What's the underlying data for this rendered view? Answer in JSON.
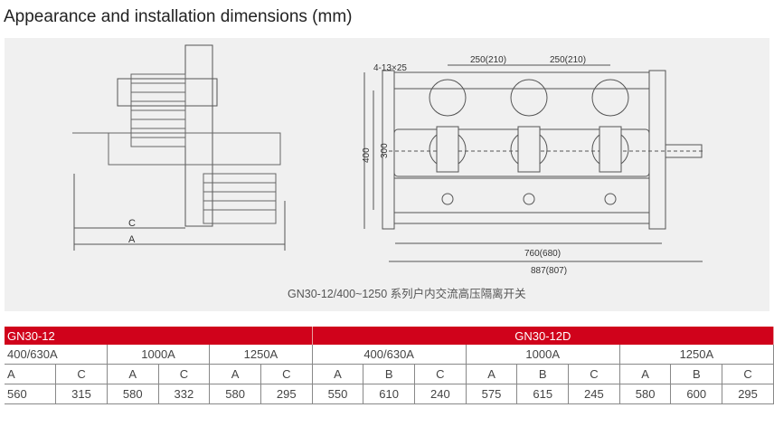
{
  "title": "Appearance and installation dimensions (mm)",
  "drawing": {
    "caption": "GN30-12/400~1250 系列户内交流高压隔离开关",
    "labels": {
      "c": "C",
      "a": "A",
      "holes": "4-13×25",
      "pitch1": "250(210)",
      "pitch2": "250(210)",
      "h400": "400",
      "h300": "300",
      "w760": "760(680)",
      "w887": "887(807)"
    }
  },
  "table": {
    "models": [
      "GN30-12",
      "GN30-12D"
    ],
    "ratings": [
      "400/630A",
      "1000A",
      "1250A",
      "400/630A",
      "1000A",
      "1250A"
    ],
    "dims": [
      "A",
      "C",
      "A",
      "C",
      "A",
      "C",
      "A",
      "B",
      "C",
      "A",
      "B",
      "C",
      "A",
      "B",
      "C"
    ],
    "values": [
      "560",
      "315",
      "580",
      "332",
      "580",
      "295",
      "550",
      "610",
      "240",
      "575",
      "615",
      "245",
      "580",
      "600",
      "295"
    ]
  }
}
